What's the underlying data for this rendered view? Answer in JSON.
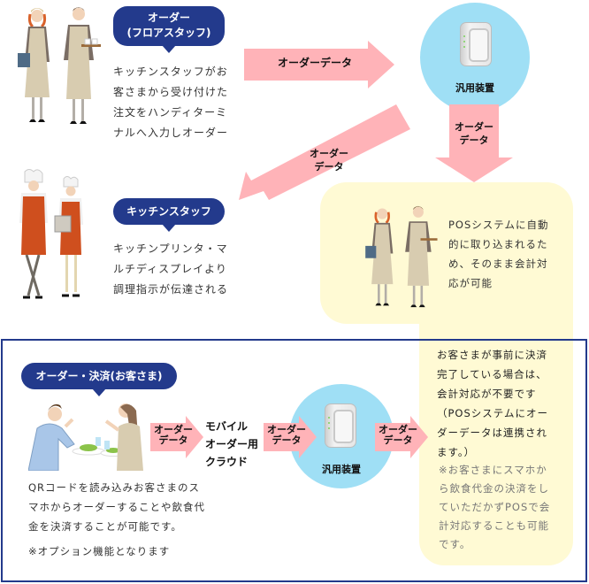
{
  "colors": {
    "navy": "#233a8c",
    "arrow_pink": "#ffb3b8",
    "device_circle": "#9fdff5",
    "panel_yellow": "#fffad4"
  },
  "floor_staff": {
    "bubble_line1": "オーダー",
    "bubble_line2": "(フロアスタッフ)",
    "desc": [
      "キッチンスタッフがお",
      "客さまから受け付けた",
      "注文をハンディターミ",
      "ナルへ入力しオーダー"
    ]
  },
  "arrows": {
    "floor_to_device": "オーダーデータ",
    "device_down_line1": "オーダー",
    "device_down_line2": "データ",
    "device_to_kitchen_line1": "オーダー",
    "device_to_kitchen_line2": "データ",
    "customer_to_cloud_line1": "オーダー",
    "customer_to_cloud_line2": "データ",
    "cloud_to_device_line1": "オーダー",
    "cloud_to_device_line2": "データ",
    "device_to_pos_line1": "オーダー",
    "device_to_pos_line2": "データ"
  },
  "device_top": {
    "label": "汎用装置",
    "icon": "router-device-icon"
  },
  "kitchen_staff": {
    "bubble": "キッチンスタッフ",
    "desc": [
      "キッチンプリンタ・マ",
      "ルチディスプレイより",
      "調理指示が伝達される"
    ]
  },
  "pos_panel": {
    "desc": [
      "POSシステムに自動",
      "的に取り込まれるた",
      "め、そのまま会計対",
      "応が可能"
    ]
  },
  "customer_section": {
    "bubble": "オーダー・決済(お客さま)",
    "cloud_label": [
      "モバイル",
      "オーダー用",
      "クラウド"
    ],
    "device_label": "汎用装置",
    "desc": [
      "QRコードを読み込みお客さまのス",
      "マホからオーダーすることや飲食代",
      "金を決済することが可能です。"
    ],
    "note": "※オプション機能となります"
  },
  "prepaid_panel": {
    "desc": [
      "お客さまが事前に決済",
      "完了している場合は、",
      "会計対応が不要です",
      "（POSシステムにオー",
      "ダーデータは連携され",
      "ます。）"
    ],
    "note": [
      "※お客さまにスマホか",
      "ら飲食代金の決済をし",
      "ていただかずPOSで会",
      "計対応することも可能",
      "です。"
    ]
  }
}
